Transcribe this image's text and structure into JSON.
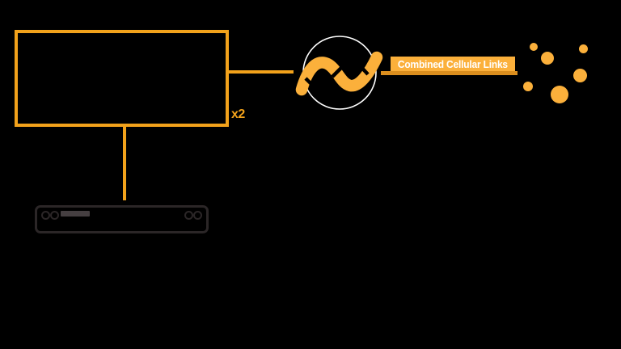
{
  "banner": {
    "label": "Combined Cellular Links"
  },
  "modem_box": {
    "multiplier_label": "x2"
  },
  "icons": {
    "bonding": "bonded-wave-circle-icon",
    "cloud": "internet-dots-cluster-icon",
    "device": "cellular-router-illustration"
  },
  "colors": {
    "background": "#000000",
    "line_orange": "#F2A21B",
    "fill_orange": "#FBB03B",
    "banner_shadow": "#DB8E1E",
    "banner_text": "#FFFFFF",
    "device_outline": "#2B2627",
    "bonding_ring": "#FFFFFF"
  }
}
